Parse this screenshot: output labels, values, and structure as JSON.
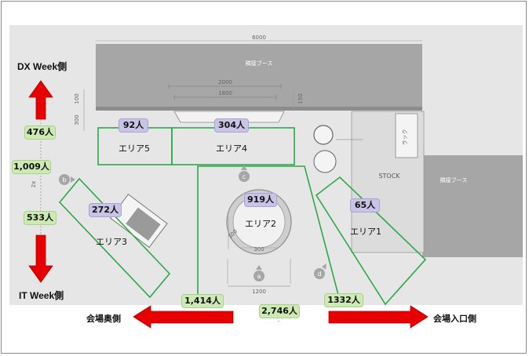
{
  "floor": {
    "dimension_6000": "6000",
    "dimension_2000": "2000",
    "dimension_1800": "1800",
    "dimension_100": "100",
    "dimension_300_left": "300",
    "dimension_150": "150",
    "dimension_2x": "2x",
    "dimension_1200": "1200",
    "dimension_300_table": "300",
    "dimension_300_table_side": "300",
    "top_booth": "隣接ブース",
    "right_booth": "隣接ブース",
    "stock_label": "STOCK",
    "shelf_label": "ラック",
    "point_a": "a",
    "point_b": "b",
    "point_c": "c",
    "point_d": "d"
  },
  "areas": {
    "area1": {
      "name": "エリア1",
      "count": "65人"
    },
    "area2": {
      "name": "エリア2",
      "count": "919人"
    },
    "area3": {
      "name": "エリア3",
      "count": "272人"
    },
    "area4": {
      "name": "エリア4",
      "count": "304人"
    },
    "area5": {
      "name": "エリア5",
      "count": "92人"
    }
  },
  "side_counts": {
    "dx_week_count": "476人",
    "middle_count": "1,009人",
    "it_week_count": "533人",
    "back_count": "1,414人",
    "center_count": "2,746人",
    "entrance_count": "1332人"
  },
  "labels": {
    "dx_week": "DX Week側",
    "it_week": "IT Week側",
    "back_side": "会場奥側",
    "entrance_side": "会場入口側",
    "center_sub": "ᵕ"
  },
  "colors": {
    "arrow_red": "#e60000",
    "zone_green": "#2ea84a",
    "tag_green": "#cde9b4",
    "tag_purple": "#c9c3e6",
    "floor_gray": "#e6e6e6",
    "booth_gray": "#a6a6a6"
  }
}
